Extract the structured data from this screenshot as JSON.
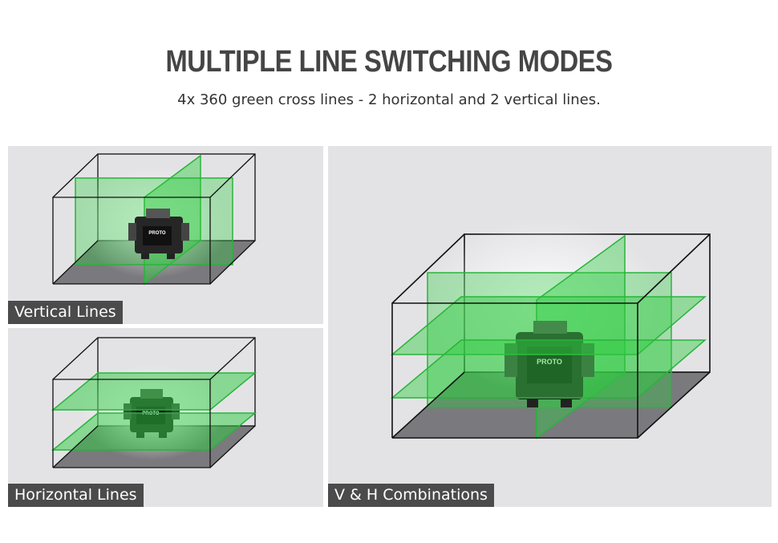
{
  "header": {
    "title": "MULTIPLE LINE SWITCHING MODES",
    "subtitle": "4x 360 green cross lines - 2 horizontal and 2 vertical lines."
  },
  "panels": [
    {
      "label": "Vertical Lines"
    },
    {
      "label": "Horizontal Lines"
    },
    {
      "label": "V & H Combinations"
    }
  ],
  "device": {
    "brand_text": "PROTO"
  },
  "colors": {
    "panel_bg": "#e3e3e6",
    "label_bg": "#4b4b4b",
    "laser_green": "#2ecc40",
    "floor": "#7a7a7e"
  }
}
